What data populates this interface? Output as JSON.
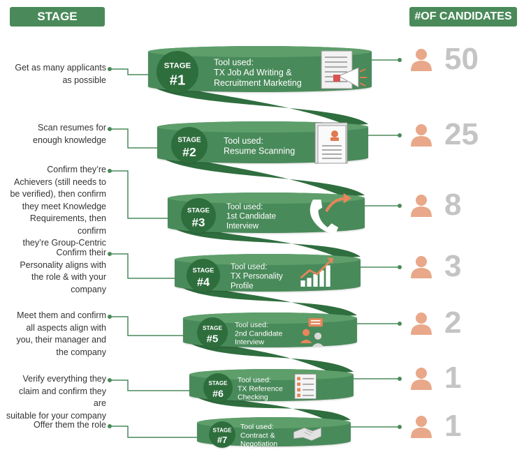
{
  "headers": {
    "stage": "STAGE",
    "candidates": "#OF CANDIDATES"
  },
  "colors": {
    "green": "#4a8a5a",
    "green_light": "#5d9e6b",
    "green_dark": "#2f6e3e",
    "person": "#e8a889",
    "count_gray": "#c4c4c4"
  },
  "stages": [
    {
      "stage_word": "STAGE",
      "stage_num": "#1",
      "tool_label": "Tool used:",
      "tool_lines": [
        "TX Job Ad Writing &",
        "Recruitment Marketing"
      ],
      "desc_lines": [
        "Get as many applicants",
        "as possible"
      ],
      "count": "50",
      "icon": "megaphone-document-icon"
    },
    {
      "stage_word": "STAGE",
      "stage_num": "#2",
      "tool_label": "Tool used:",
      "tool_lines": [
        "Resume Scanning"
      ],
      "desc_lines": [
        "Scan resumes for",
        "enough knowledge"
      ],
      "count": "25",
      "icon": "resume-icon"
    },
    {
      "stage_word": "STAGE",
      "stage_num": "#3",
      "tool_label": "Tool used:",
      "tool_lines": [
        "1st Candidate",
        "Interview"
      ],
      "desc_lines": [
        "Confirm they’re",
        "Achievers (still needs to",
        "be verified), then confirm",
        "they meet Knowledge",
        "Requirements, then confirm",
        "they’re Group-Centric"
      ],
      "count": "8",
      "icon": "phone-icon"
    },
    {
      "stage_word": "STAGE",
      "stage_num": "#4",
      "tool_label": "Tool used:",
      "tool_lines": [
        "TX Personality",
        "Profile"
      ],
      "desc_lines": [
        "Confirm their",
        "Personality aligns with",
        "the role & with your",
        "company"
      ],
      "count": "3",
      "icon": "growth-chart-icon"
    },
    {
      "stage_word": "STAGE",
      "stage_num": "#5",
      "tool_label": "Tool used:",
      "tool_lines": [
        "2nd Candidate",
        "Interview"
      ],
      "desc_lines": [
        "Meet them and confirm",
        "all aspects align with",
        "you, their manager and",
        "the company"
      ],
      "count": "2",
      "icon": "conversation-icon"
    },
    {
      "stage_word": "STAGE",
      "stage_num": "#6",
      "tool_label": "Tool used:",
      "tool_lines": [
        "TX Reference",
        "Checking"
      ],
      "desc_lines": [
        "Verify everything they",
        "claim and confirm they are",
        "suitable for your company"
      ],
      "count": "1",
      "icon": "checklist-icon"
    },
    {
      "stage_word": "STAGE",
      "stage_num": "#7",
      "tool_label": "Tool used:",
      "tool_lines": [
        "Contract &",
        "Negotiation"
      ],
      "desc_lines": [
        "Offer them the role"
      ],
      "count": "1",
      "icon": "handshake-icon"
    }
  ]
}
